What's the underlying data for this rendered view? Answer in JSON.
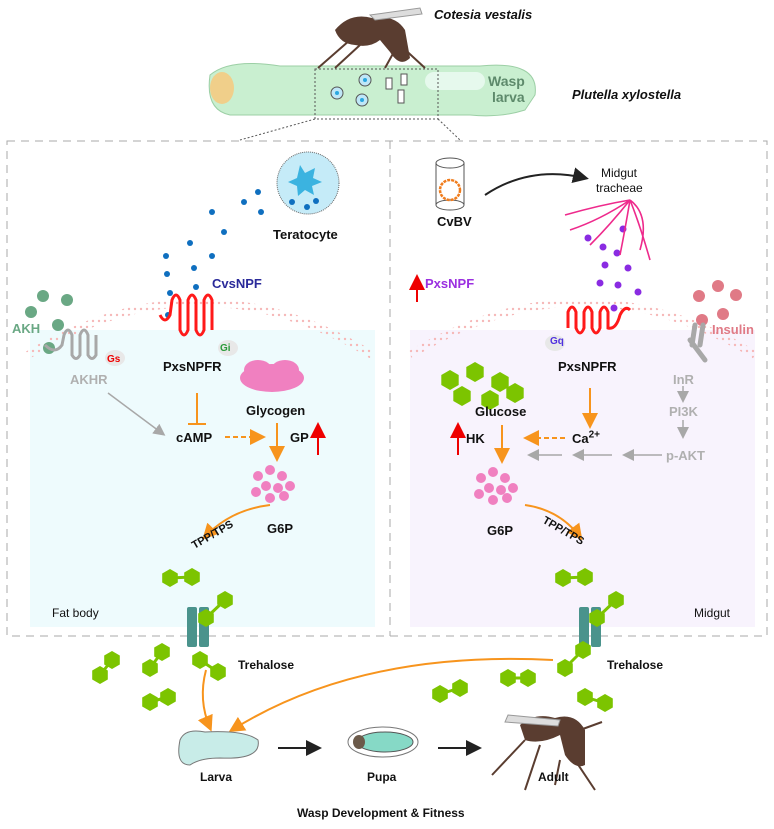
{
  "header": {
    "wasp_species": "Cotesia vestalis",
    "host_species": "Plutella xylostella",
    "wasp_larva_line1": "Wasp",
    "wasp_larva_line2": "larva"
  },
  "fat_body_panel": {
    "panel_label": "Fat body",
    "teratocyte": "Teratocyte",
    "cvsnpf": "CvsNPF",
    "akh": "AKH",
    "akhr": "AKHR",
    "gs": "Gs",
    "gi": "Gi",
    "receptor": "PxsNPFR",
    "glycogen": "Glycogen",
    "camp": "cAMP",
    "gp": "GP",
    "g6p": "G6P",
    "enzyme": "TPP/TPS",
    "trehalose": "Trehalose"
  },
  "midgut_panel": {
    "panel_label": "Midgut",
    "cvbv": "CvBV",
    "tracheae_line1": "Midgut",
    "tracheae_line2": "tracheae",
    "pxsnpf": "PxsNPF",
    "insulin": "Insulin",
    "gq": "Gq",
    "receptor": "PxsNPFR",
    "glucose": "Glucose",
    "ca": "Ca",
    "ca_charge": "2+",
    "hk": "HK",
    "inr": "InR",
    "pi3k": "PI3K",
    "pakt": "p-AKT",
    "g6p": "G6P",
    "enzyme": "TPP/TPS",
    "trehalose": "Trehalose"
  },
  "development": {
    "stages": [
      "Larva",
      "Pupa",
      "Adult"
    ],
    "title": "Wasp Development & Fitness"
  },
  "colors": {
    "fat_body_bg": "#eefbfd",
    "midgut_bg": "#f8f3fd",
    "cvsnpf_dot": "#0f6fbf",
    "pxsnpf_dot": "#8a2be2",
    "akh_dot": "#6aa884",
    "insulin_dot": "#e07a86",
    "receptor_red": "#ff1a1a",
    "orange_arrow": "#f7941d",
    "grey_path": "#a8a8a8",
    "trehalose_green": "#7cc400",
    "transporter_teal": "#4a938c",
    "glycogen_pink": "#f080c0",
    "cvsnpf_text": "#2a2a9a",
    "pxsnpf_text": "#9b30e0"
  }
}
